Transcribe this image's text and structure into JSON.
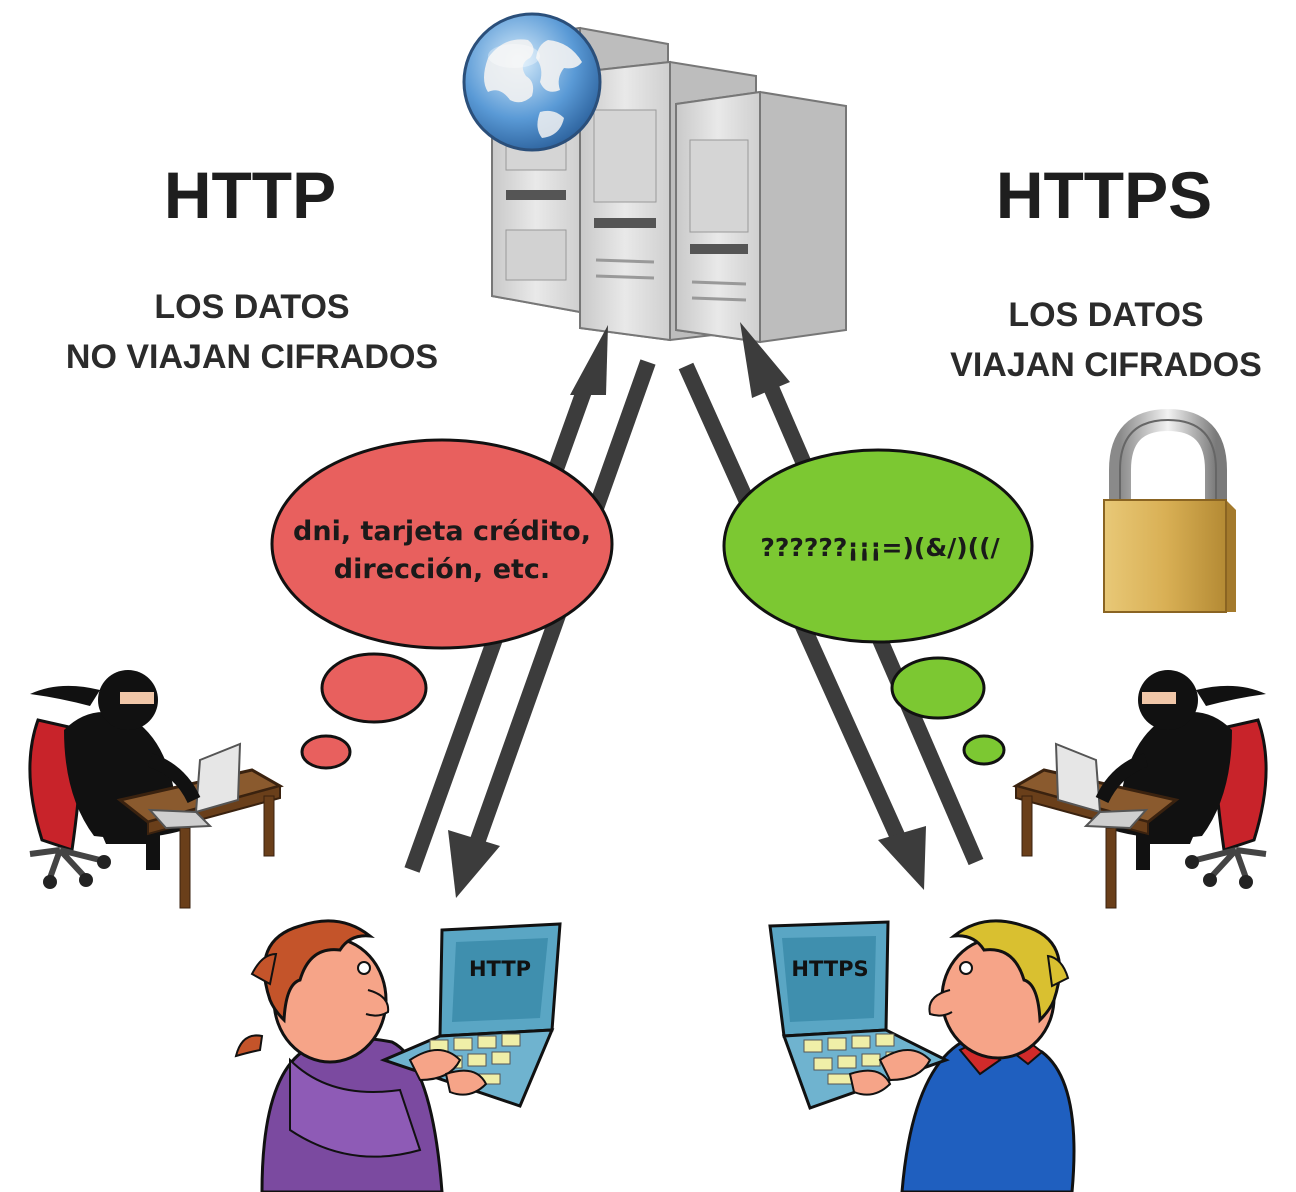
{
  "left": {
    "title": "HTTP",
    "subtitle_line1": "LOS DATOS",
    "subtitle_line2": "NO VIAJAN CIFRADOS",
    "bubble_line1": "dni, tarjeta crédito,",
    "bubble_line2": "dirección, etc.",
    "bubble_color": "#e8605e",
    "laptop_screen_label": "HTTP",
    "user_shirt_color": "#7b4aa0"
  },
  "right": {
    "title": "HTTPS",
    "subtitle_line1": "LOS DATOS",
    "subtitle_line2": "VIAJAN CIFRADOS",
    "bubble_line1": "??????¡¡¡=)(&/)((/",
    "bubble_color": "#7cc832",
    "laptop_screen_label": "HTTPS",
    "user_shirt_color": "#1f5fbf"
  },
  "icons": {
    "server": "server-rack-icon",
    "globe": "globe-icon",
    "padlock": "padlock-icon",
    "hacker": "hacker-icon",
    "user": "user-icon"
  },
  "colors": {
    "arrow": "#3c3c3c",
    "screen": "#5aa6c4",
    "lock_body": "#d9b055"
  }
}
